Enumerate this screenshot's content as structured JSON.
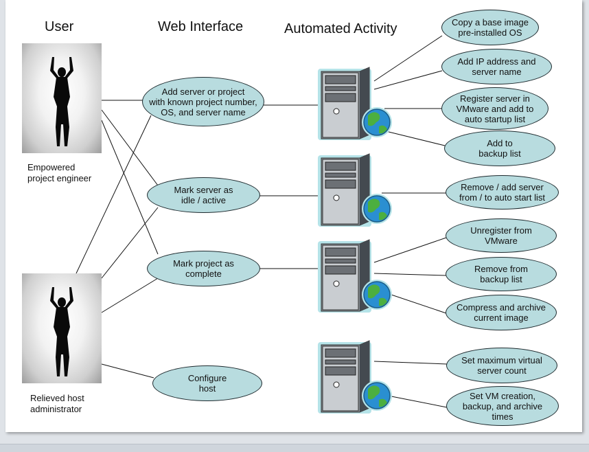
{
  "headers": {
    "user": "User",
    "web": "Web Interface",
    "auto": "Automated Activity"
  },
  "users": [
    {
      "label": "Empowered\nproject engineer",
      "icon": "person-arms-raised-icon"
    },
    {
      "label": "Relieved host\nadministrator",
      "icon": "person-arms-raised-icon"
    }
  ],
  "web_actions": [
    "Add server or project\nwith known project number,\nOS, and server name",
    "Mark server as\nidle / active",
    "Mark project as\ncomplete",
    "Configure\nhost"
  ],
  "automated_activities": [
    "Copy a base image\npre-installed OS",
    "Add IP address and\nserver name",
    "Register server in\nVMware and add to\nauto startup list",
    "Add to\nbackup list",
    "Remove / add server\nfrom / to auto start list",
    "Unregister from\nVMware",
    "Remove from\nbackup list",
    "Compress and archive\ncurrent image",
    "Set maximum  virtual\nserver count",
    "Set VM creation,\nbackup, and archive\ntimes"
  ],
  "server_icon": "server-tower-with-globe-icon",
  "colors": {
    "oval_fill": "#b8dcdf",
    "oval_border": "#1e2a2e",
    "server_glow": "#a8dde3"
  }
}
